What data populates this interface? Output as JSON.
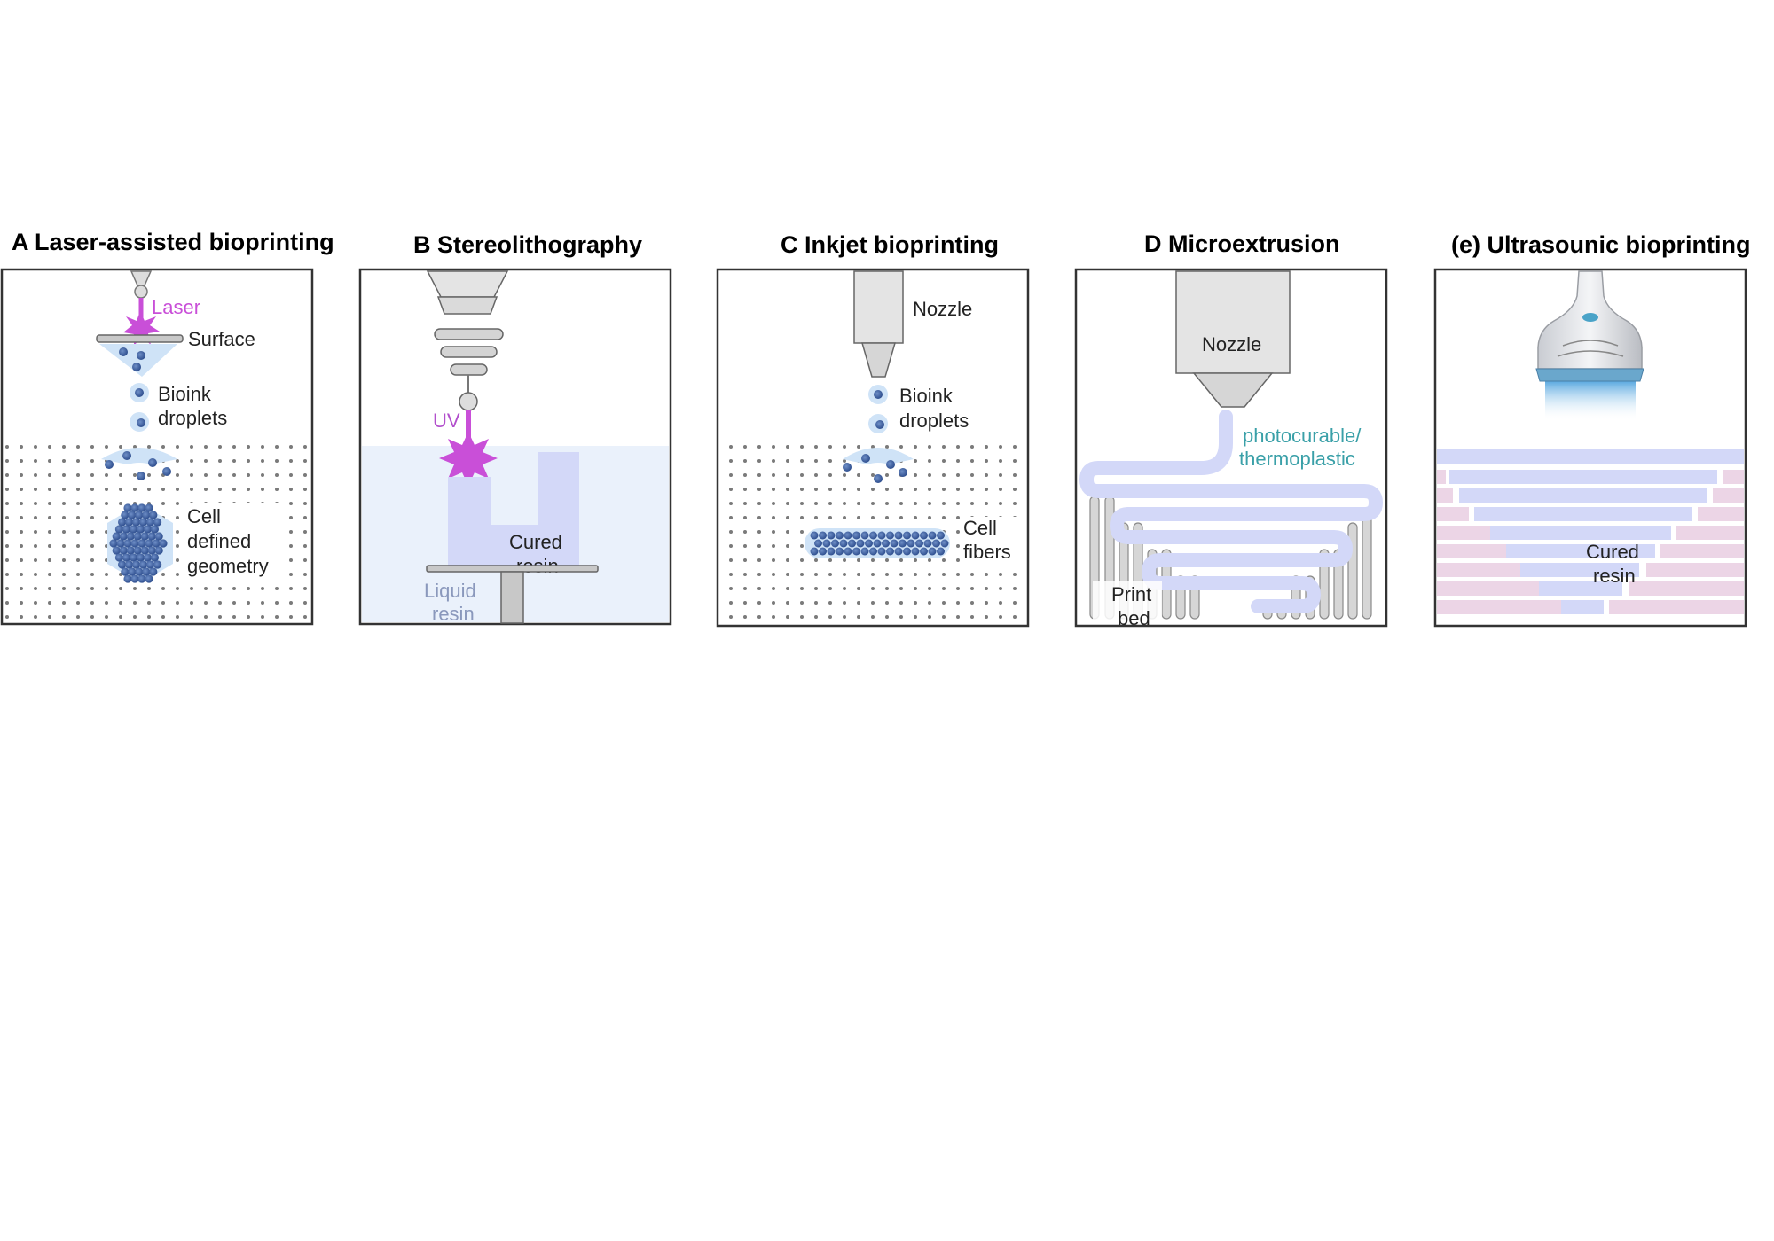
{
  "panels": {
    "a": {
      "title": "A Laser-assisted bioprinting",
      "laser": "Laser",
      "surface": "Surface",
      "bioink_1": "Bioink",
      "bioink_2": "droplets",
      "cell_1": "Cell",
      "cell_2": "defined",
      "cell_3": "geometry"
    },
    "b": {
      "title": "B Stereolithography",
      "uv": "UV",
      "cured_1": "Cured",
      "cured_2": "resin",
      "liquid_1": "Liquid",
      "liquid_2": "resin"
    },
    "c": {
      "title": "C Inkjet bioprinting",
      "nozzle": "Nozzle",
      "bioink_1": "Bioink",
      "bioink_2": "droplets",
      "fibers_1": "Cell",
      "fibers_2": "fibers"
    },
    "d": {
      "title": "D Microextrusion",
      "nozzle": "Nozzle",
      "photo_1": "photocurable/",
      "photo_2": "thermoplastic",
      "bed_1": "Print",
      "bed_2": "bed"
    },
    "e": {
      "title": "(e) Ultrasounic bioprinting",
      "cured_1": "Cured",
      "cured_2": "resin"
    }
  },
  "colors": {
    "laser_magenta": "#c94fd8",
    "cell_blue": "#3a5e9e",
    "bioink_light": "#cfe3f7",
    "resin_light": "#eaf1fb",
    "cured_lavender": "#d3d8f8",
    "brick_pink": "#ecd5e6",
    "teal_text": "#3aa0a8"
  }
}
